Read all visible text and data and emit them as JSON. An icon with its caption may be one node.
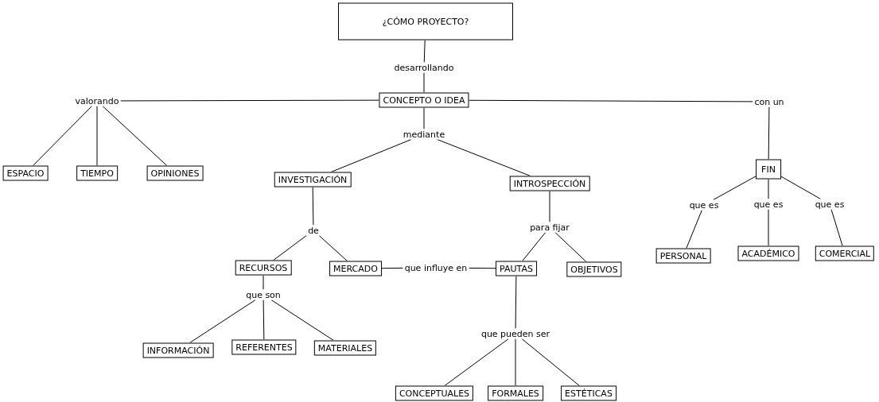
{
  "diagram": {
    "nodes": [
      {
        "text": [
          "¿CÓMO PROYECTO?"
        ]
      },
      {
        "text": [
          "desarrollando"
        ]
      },
      {
        "text": [
          "CONCEPTO O IDEA"
        ]
      },
      {
        "text": [
          "valorando"
        ]
      },
      {
        "text": [
          "con un"
        ]
      },
      {
        "text": [
          "mediante"
        ]
      },
      {
        "text": [
          "ESPACIO"
        ]
      },
      {
        "text": [
          "TIEMPO"
        ]
      },
      {
        "text": [
          "OPINIONES"
        ]
      },
      {
        "text": [
          "FIN"
        ]
      },
      {
        "text": [
          "INVESTIGACIÓN"
        ]
      },
      {
        "text": [
          "INTROSPECCIÓN"
        ]
      },
      {
        "text": [
          "que es"
        ]
      },
      {
        "text": [
          "que es"
        ]
      },
      {
        "text": [
          "que es"
        ]
      },
      {
        "text": [
          "de"
        ]
      },
      {
        "text": [
          "para fijar"
        ]
      },
      {
        "text": [
          "PERSONAL"
        ]
      },
      {
        "text": [
          "ACADÉMICO"
        ]
      },
      {
        "text": [
          "COMERCIAL"
        ]
      },
      {
        "text": [
          "RECURSOS"
        ]
      },
      {
        "text": [
          "MERCADO"
        ]
      },
      {
        "text": [
          "que influye en"
        ]
      },
      {
        "text": [
          "PAUTAS"
        ]
      },
      {
        "text": [
          "OBJETIVOS"
        ]
      },
      {
        "text": [
          "que son"
        ]
      },
      {
        "text": [
          "INFORMACIÓN"
        ]
      },
      {
        "text": [
          "REFERENTES"
        ]
      },
      {
        "text": [
          "MATERIALES"
        ]
      },
      {
        "text": [
          "que pueden ser"
        ]
      },
      {
        "text": [
          "CONCEPTUALES"
        ]
      },
      {
        "text": [
          "FORMALES"
        ]
      },
      {
        "text": [
          "ESTÉTICAS"
        ]
      }
    ],
    "edges": [
      {
        "from": 0,
        "to": 1,
        "arrow": "none"
      },
      {
        "from": 1,
        "to": 2,
        "arrow": "none"
      },
      {
        "from": 2,
        "to": 3,
        "arrow": "none"
      },
      {
        "from": 3,
        "to": 6,
        "arrow": "none"
      },
      {
        "from": 3,
        "to": 7,
        "arrow": "none"
      },
      {
        "from": 3,
        "to": 8,
        "arrow": "none"
      },
      {
        "from": 2,
        "to": 4,
        "arrow": "none"
      },
      {
        "from": 4,
        "to": 9,
        "arrow": "none"
      },
      {
        "from": 2,
        "to": 5,
        "arrow": "none"
      },
      {
        "from": 5,
        "to": 10,
        "arrow": "none"
      },
      {
        "from": 5,
        "to": 11,
        "arrow": "none"
      },
      {
        "from": 9,
        "to": 12,
        "arrow": "none"
      },
      {
        "from": 9,
        "to": 13,
        "arrow": "none"
      },
      {
        "from": 9,
        "to": 14,
        "arrow": "none"
      },
      {
        "from": 12,
        "to": 17,
        "arrow": "none"
      },
      {
        "from": 13,
        "to": 18,
        "arrow": "none"
      },
      {
        "from": 14,
        "to": 19,
        "arrow": "none"
      },
      {
        "from": 10,
        "to": 15,
        "arrow": "none"
      },
      {
        "from": 15,
        "to": 20,
        "arrow": "none"
      },
      {
        "from": 15,
        "to": 21,
        "arrow": "none"
      },
      {
        "from": 11,
        "to": 16,
        "arrow": "none"
      },
      {
        "from": 16,
        "to": 23,
        "arrow": "none"
      },
      {
        "from": 16,
        "to": 24,
        "arrow": "none"
      },
      {
        "from": 21,
        "to": 22,
        "arrow": "none"
      },
      {
        "from": 22,
        "to": 23,
        "arrow": "none"
      },
      {
        "from": 20,
        "to": 25,
        "arrow": "none"
      },
      {
        "from": 25,
        "to": 26,
        "arrow": "none"
      },
      {
        "from": 25,
        "to": 27,
        "arrow": "none"
      },
      {
        "from": 25,
        "to": 28,
        "arrow": "none"
      },
      {
        "from": 23,
        "to": 29,
        "arrow": "none"
      },
      {
        "from": 29,
        "to": 30,
        "arrow": "none"
      },
      {
        "from": 29,
        "to": 31,
        "arrow": "none"
      },
      {
        "from": 29,
        "to": 32,
        "arrow": "none"
      }
    ]
  }
}
